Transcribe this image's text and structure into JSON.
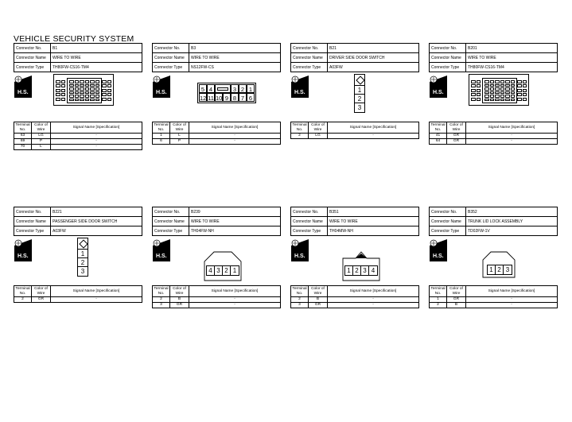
{
  "page_title": "VEHICLE SECURITY SYSTEM",
  "labels": {
    "connector_no": "Connector No.",
    "connector_name": "Connector Name",
    "connector_type": "Connector Type",
    "terminal_no": "Terminal No.",
    "color_of_wire": "Color of Wire",
    "signal_name": "Signal Name [Specification]",
    "hs": "H.S."
  },
  "connectors": [
    {
      "no": "B1",
      "name": "WIRE TO WIRE",
      "type": "TH80FW-CS16-TM4",
      "terminals": [
        {
          "t": "63",
          "c": "LG",
          "s": "-"
        },
        {
          "t": "69",
          "c": "P",
          "s": "-"
        },
        {
          "t": "70",
          "c": "L",
          "s": "-"
        }
      ]
    },
    {
      "no": "B3",
      "name": "WIRE TO WIRE",
      "type": "NS12FW-CS",
      "pins": [
        "5",
        "4",
        "",
        "3",
        "2",
        "1",
        "12",
        "11",
        "10",
        "9",
        "8",
        "7",
        "6"
      ],
      "terminals": [
        {
          "t": "1",
          "c": "L",
          "s": "-"
        },
        {
          "t": "6",
          "c": "P",
          "s": "-"
        }
      ]
    },
    {
      "no": "B21",
      "name": "DRIVER SIDE DOOR SWITCH",
      "type": "A03FW",
      "pins": [
        "1",
        "2",
        "3"
      ],
      "terminals": [
        {
          "t": "2",
          "c": "LG",
          "s": "-"
        }
      ]
    },
    {
      "no": "B201",
      "name": "WIRE TO WIRE",
      "type": "TH80FW-CS16-TM4",
      "terminals": [
        {
          "t": "41",
          "c": "GR",
          "s": "-"
        },
        {
          "t": "64",
          "c": "GR",
          "s": "-"
        }
      ]
    },
    {
      "no": "B221",
      "name": "PASSENGER SIDE DOOR SWITCH",
      "type": "A03FW",
      "pins": [
        "1",
        "2",
        "3"
      ],
      "terminals": [
        {
          "t": "2",
          "c": "GR",
          "s": "-"
        }
      ]
    },
    {
      "no": "B239",
      "name": "WIRE TO WIRE",
      "type": "TH04FW-NH",
      "pins": [
        "4",
        "3",
        "2",
        "1"
      ],
      "terminals": [
        {
          "t": "2",
          "c": "B",
          "s": "-"
        },
        {
          "t": "3",
          "c": "GR",
          "s": "-"
        }
      ]
    },
    {
      "no": "B351",
      "name": "WIRE TO WIRE",
      "type": "TH04MW-NH",
      "pins": [
        "1",
        "2",
        "3",
        "4"
      ],
      "terminals": [
        {
          "t": "2",
          "c": "B",
          "s": "-"
        },
        {
          "t": "3",
          "c": "GR",
          "s": "-"
        }
      ]
    },
    {
      "no": "B352",
      "name": "TRUNK LID LOCK ASSEMBLY",
      "type": "TD02FW-1V",
      "pins": [
        "1",
        "2",
        "3"
      ],
      "terminals": [
        {
          "t": "1",
          "c": "GR",
          "s": "-"
        },
        {
          "t": "2",
          "c": "B",
          "s": "-"
        }
      ]
    }
  ]
}
